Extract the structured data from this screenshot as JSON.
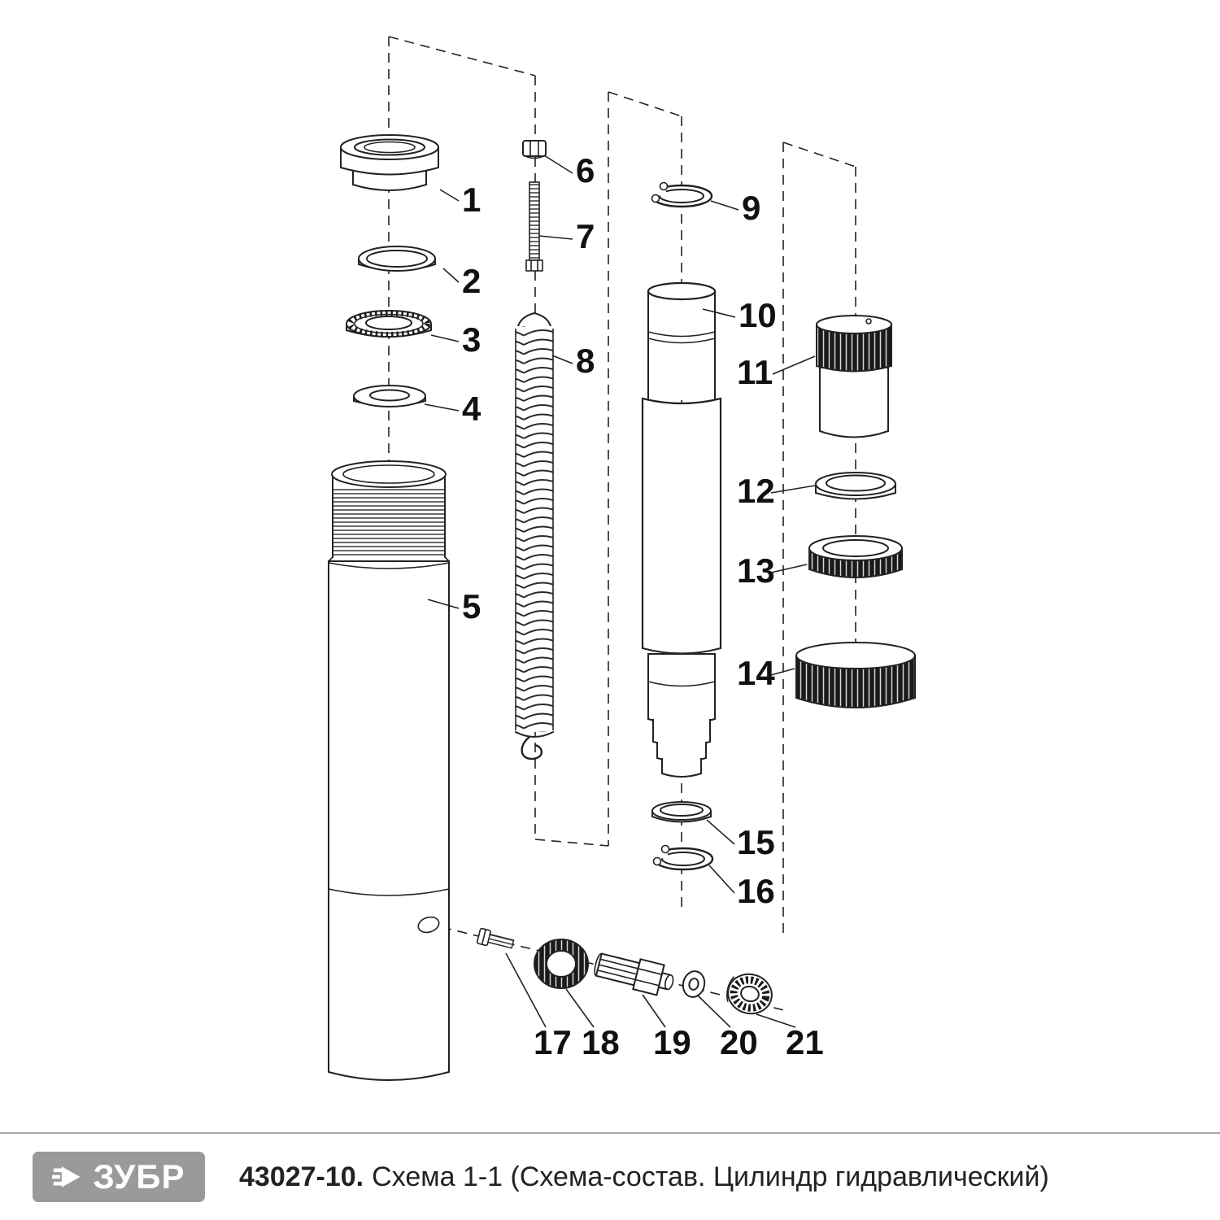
{
  "diagram": {
    "type": "exploded-view",
    "part_labels": [
      "1",
      "2",
      "3",
      "4",
      "5",
      "6",
      "7",
      "8",
      "9",
      "10",
      "11",
      "12",
      "13",
      "14",
      "15",
      "16",
      "17",
      "18",
      "19",
      "20",
      "21"
    ]
  },
  "footer": {
    "logo_text": "ЗУБР",
    "code": "43027-10.",
    "caption": "Схема 1-1 (Схема-состав. Цилиндр гидравлический)",
    "logo_bg_color": "#9a9a9a"
  }
}
